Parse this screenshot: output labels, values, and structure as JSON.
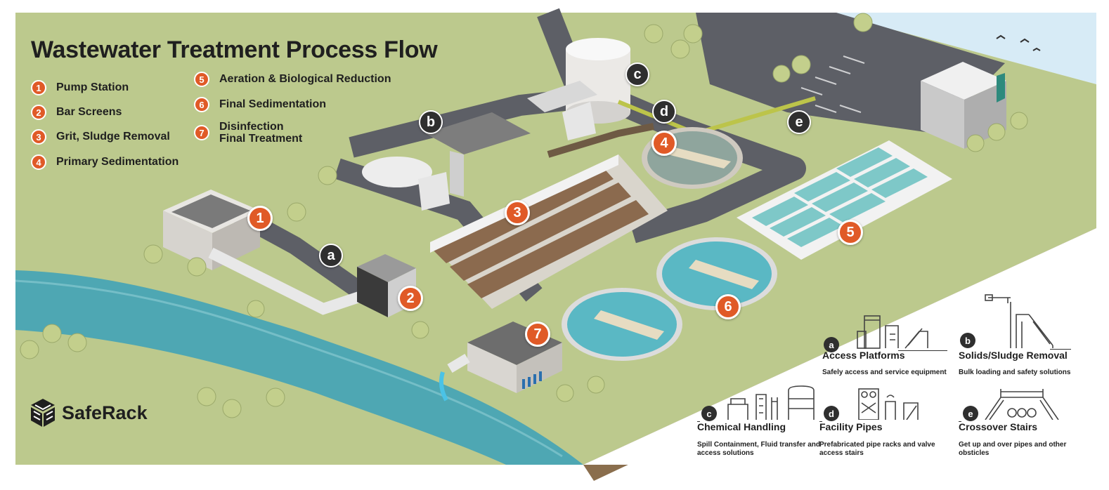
{
  "title": "Wastewater Treatment Process Flow",
  "steps": [
    {
      "num": "1",
      "label": "Pump Station"
    },
    {
      "num": "2",
      "label": "Bar Screens"
    },
    {
      "num": "3",
      "label": "Grit, Sludge Removal"
    },
    {
      "num": "4",
      "label": "Primary Sedimentation"
    },
    {
      "num": "5",
      "label": "Aeration & Biological Reduction"
    },
    {
      "num": "6",
      "label": "Final Sedimentation"
    },
    {
      "num": "7",
      "label_line1": "Disinfection",
      "label_line2": "Final Treatment"
    }
  ],
  "map_markers": {
    "numbers": [
      "1",
      "2",
      "3",
      "4",
      "5",
      "6",
      "7"
    ],
    "letters": [
      "a",
      "b",
      "c",
      "d",
      "e"
    ]
  },
  "solutions": [
    {
      "letter": "a",
      "title": "Access Platforms",
      "desc": "Safely access and service equipment",
      "icon": "access-platform-icon"
    },
    {
      "letter": "b",
      "title": "Solids/Sludge Removal",
      "desc": "Bulk loading and safety solutions",
      "icon": "loading-arm-icon"
    },
    {
      "letter": "c",
      "title": "Chemical Handling",
      "desc": "Spill Containment, Fluid transfer and access solutions",
      "icon": "chemical-tank-icon"
    },
    {
      "letter": "d",
      "title": "Facility Pipes",
      "desc": "Prefabricated pipe racks and valve access stairs",
      "icon": "pipe-rack-icon"
    },
    {
      "letter": "e",
      "title": "Crossover Stairs",
      "desc": "Get up and over pipes and other obsticles",
      "icon": "crossover-stairs-icon"
    }
  ],
  "logo": {
    "text": "SafeRack",
    "icon": "saferack-cube-icon"
  },
  "colors": {
    "accent": "#e05a27",
    "marker_dark": "#2f2f2f",
    "grass": "#bcc98d",
    "water": "#4ea7b3",
    "road": "#5d5f66",
    "sky": "#d7ebf6"
  }
}
